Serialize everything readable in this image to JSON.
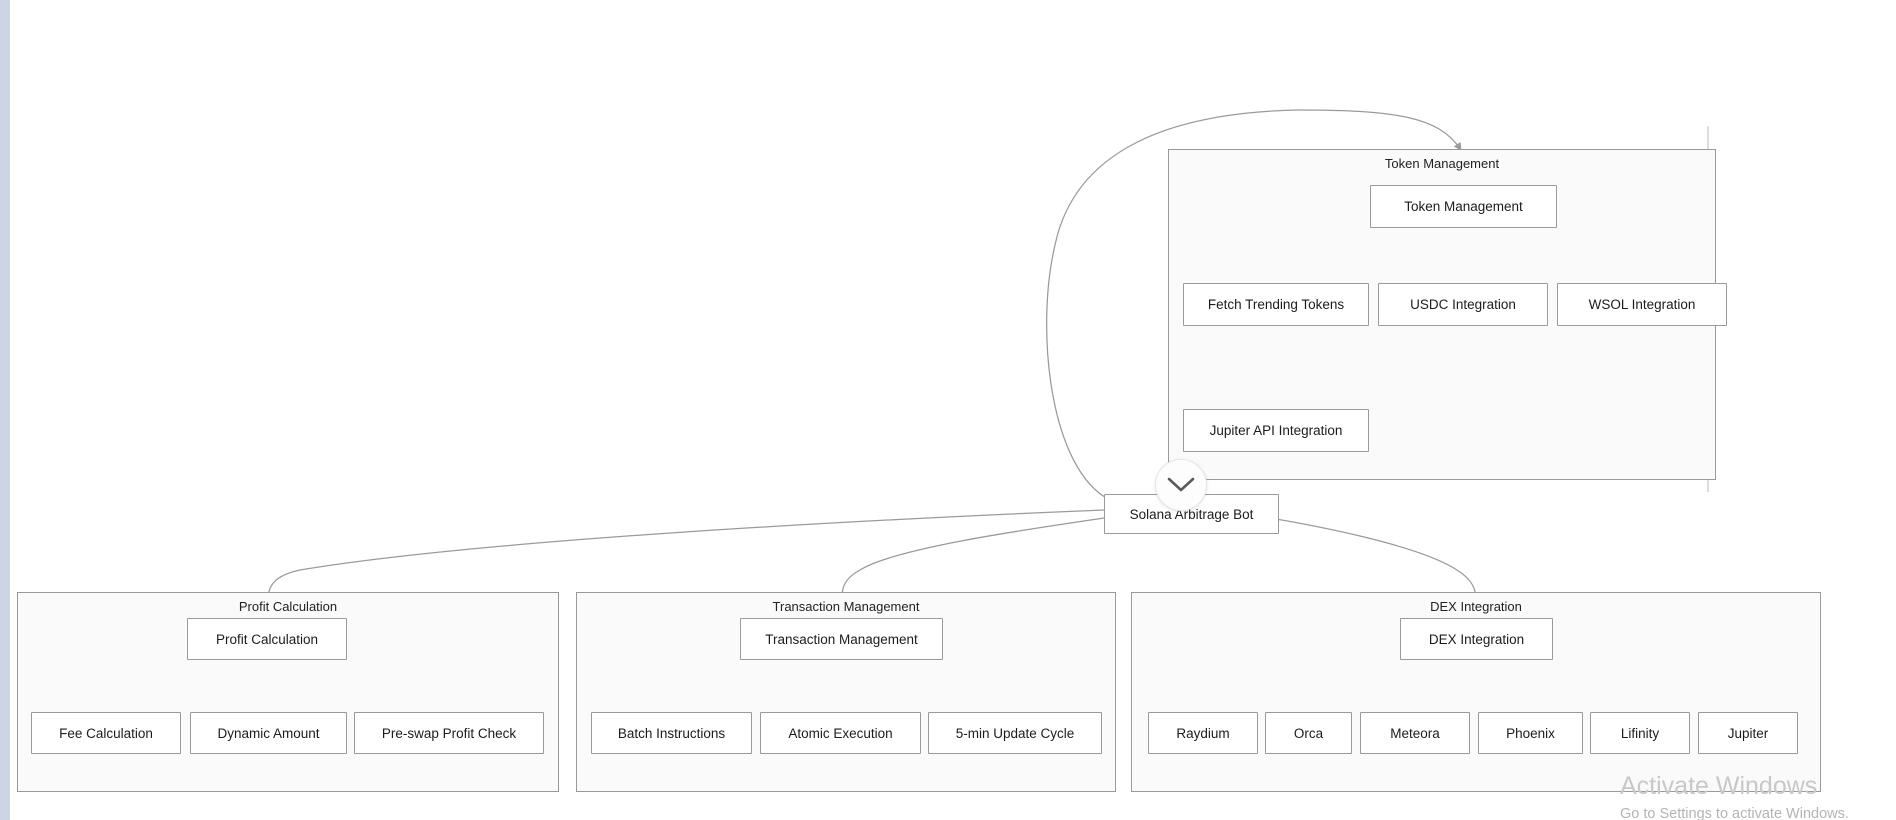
{
  "diagram": {
    "type": "flowchart",
    "root": {
      "id": "root",
      "label": "Solana Arbitrage Bot"
    },
    "clusters": [
      {
        "id": "token-management",
        "title": "Token Management",
        "head": {
          "id": "tm-head",
          "label": "Token Management"
        },
        "children": [
          {
            "id": "fetch-trending-tokens",
            "label": "Fetch Trending Tokens"
          },
          {
            "id": "usdc-integration",
            "label": "USDC Integration"
          },
          {
            "id": "wsol-integration",
            "label": "WSOL Integration"
          }
        ],
        "grandchildren": [
          {
            "id": "jupiter-api-integration",
            "label": "Jupiter API Integration",
            "parent": "fetch-trending-tokens"
          }
        ]
      },
      {
        "id": "profit-calculation",
        "title": "Profit Calculation",
        "head": {
          "id": "pc-head",
          "label": "Profit Calculation"
        },
        "children": [
          {
            "id": "fee-calculation",
            "label": "Fee Calculation"
          },
          {
            "id": "dynamic-amount",
            "label": "Dynamic Amount"
          },
          {
            "id": "pre-swap-profit-check",
            "label": "Pre-swap Profit Check"
          }
        ],
        "grandchildren": []
      },
      {
        "id": "transaction-management",
        "title": "Transaction Management",
        "head": {
          "id": "txm-head",
          "label": "Transaction Management"
        },
        "children": [
          {
            "id": "batch-instructions",
            "label": "Batch Instructions"
          },
          {
            "id": "atomic-execution",
            "label": "Atomic Execution"
          },
          {
            "id": "5-min-update-cycle",
            "label": "5-min Update Cycle"
          }
        ],
        "grandchildren": []
      },
      {
        "id": "dex-integration",
        "title": "DEX Integration",
        "head": {
          "id": "dex-head",
          "label": "DEX Integration"
        },
        "children": [
          {
            "id": "raydium",
            "label": "Raydium"
          },
          {
            "id": "orca",
            "label": "Orca"
          },
          {
            "id": "meteora",
            "label": "Meteora"
          },
          {
            "id": "phoenix",
            "label": "Phoenix"
          },
          {
            "id": "lifinity",
            "label": "Lifinity"
          },
          {
            "id": "jupiter",
            "label": "Jupiter"
          }
        ],
        "grandchildren": []
      }
    ]
  },
  "controls": {
    "collapse_toggle": {
      "icon": "chevron-down-icon",
      "label": ""
    }
  },
  "watermark": {
    "title": "Activate Windows",
    "subtitle": "Go to Settings to activate Windows."
  },
  "colors": {
    "node_border": "#9a9a9a",
    "node_fill": "#ffffff",
    "cluster_border": "#999999",
    "cluster_fill": "#fafafa",
    "edge": "#9a9a9a",
    "text": "#1c1c1c",
    "gutter": "#cbd5e6",
    "watermark": "#c8c8c8"
  }
}
